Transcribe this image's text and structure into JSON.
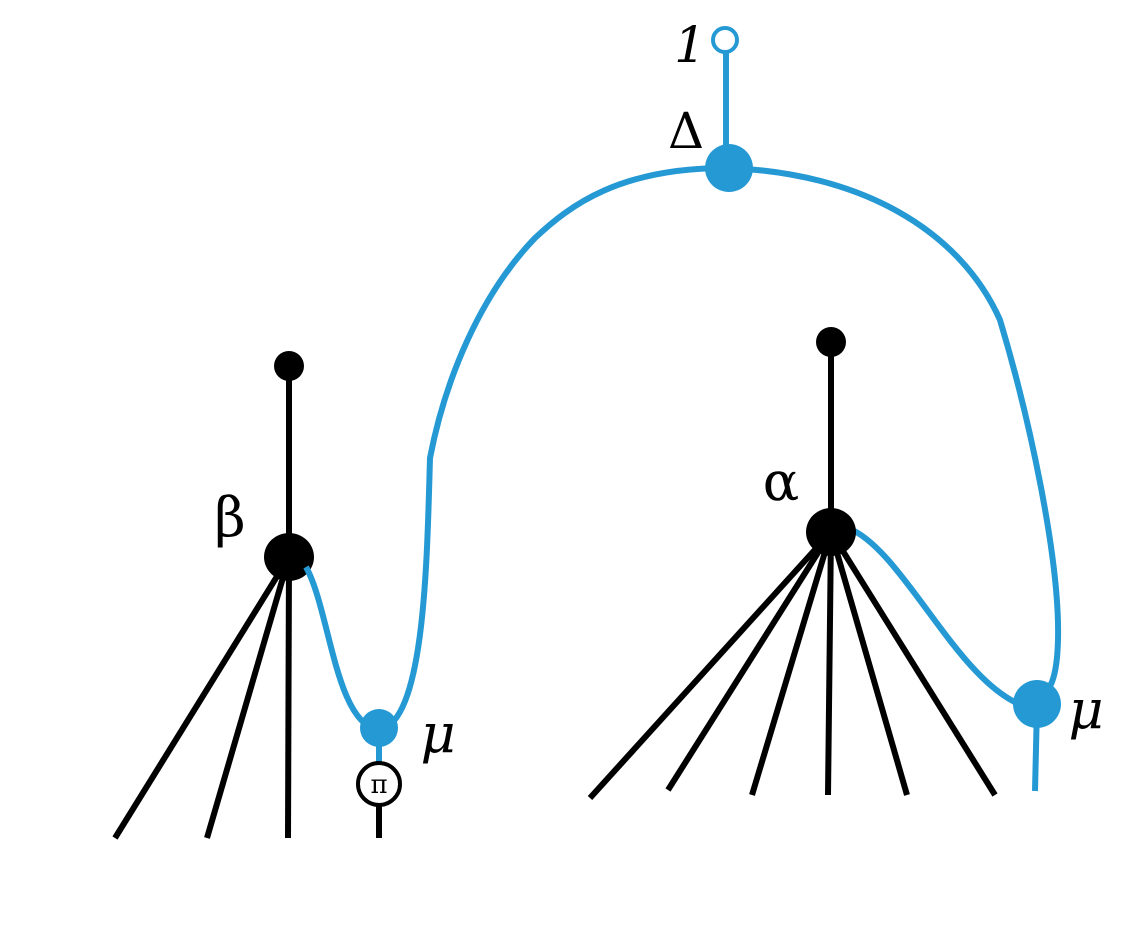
{
  "colors": {
    "black": "#000000",
    "blue": "#2599d4",
    "background": "#ffffff"
  },
  "labels": {
    "unit": "1",
    "delta": "Δ",
    "beta": "β",
    "alpha": "α",
    "mu_left": "μ",
    "mu_right": "μ",
    "pi": "π"
  }
}
